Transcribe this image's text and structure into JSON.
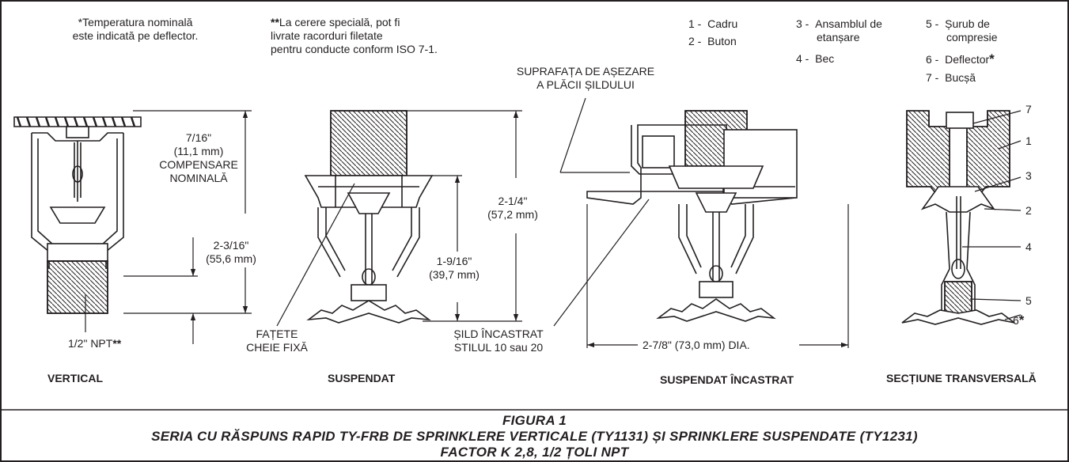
{
  "notes": {
    "note1_mark": "*",
    "note1_line1": "Temperatura nominală",
    "note1_line2": "este indicată pe deflector.",
    "note2_mark": "**",
    "note2_line1": "La cerere specială, pot fi",
    "note2_line2": "livrate racorduri filetate",
    "note2_line3": "pentru conducte conform ISO 7-1."
  },
  "legend": [
    {
      "num": "1",
      "text": "Cadru"
    },
    {
      "num": "2",
      "text": "Buton"
    },
    {
      "num": "3",
      "text": "Ansamblul de",
      "text2": "etanșare"
    },
    {
      "num": "4",
      "text": "Bec"
    },
    {
      "num": "5",
      "text": "Șurub de",
      "text2": "compresie"
    },
    {
      "num": "6",
      "text": "Deflector",
      "mark": "*"
    },
    {
      "num": "7",
      "text": "Bucșă"
    }
  ],
  "views": {
    "vertical": {
      "title": "VERTICAL",
      "offset_dim": "7/16\"",
      "offset_dim_mm": "(11,1 mm)",
      "offset_label1": "COMPENSARE",
      "offset_label2": "NOMINALĂ",
      "height_dim": "2-3/16\"",
      "height_dim_mm": "(55,6 mm)",
      "npt_label": "1/2\" NPT",
      "npt_mark": "**"
    },
    "suspendat": {
      "title": "SUSPENDAT",
      "wrench_label1": "FAȚETE",
      "wrench_label2": "CHEIE FIXĂ",
      "height_dim": "2-1/4\"",
      "height_dim_mm": "(57,2 mm)",
      "inner_dim": "1-9/16\"",
      "inner_dim_mm": "(39,7 mm)"
    },
    "incastrat": {
      "title": "SUSPENDAT ÎNCASTRAT",
      "surface_label1": "SUPRAFAȚA DE AȘEZARE",
      "surface_label2": "A PLĂCII ȘILDULUI",
      "escutcheon_label1": "ȘILD ÎNCASTRAT",
      "escutcheon_label2": "STILUL 10 sau 20",
      "dia_dim": "2-7/8\" (73,0 mm) DIA."
    },
    "section": {
      "title": "SECȚIUNE TRANSVERSALĂ",
      "callouts": [
        "7",
        "1",
        "3",
        "2",
        "4",
        "5",
        "6"
      ],
      "callout6_mark": "*"
    }
  },
  "figure": {
    "number": "FIGURA 1",
    "title": "SERIA CU RĂSPUNS RAPID TY-FRB DE SPRINKLERE VERTICALE (TY1131) ȘI SPRINKLERE SUSPENDATE (TY1231)",
    "subtitle": "FACTOR K 2,8, 1/2 ȚOLI NPT"
  }
}
